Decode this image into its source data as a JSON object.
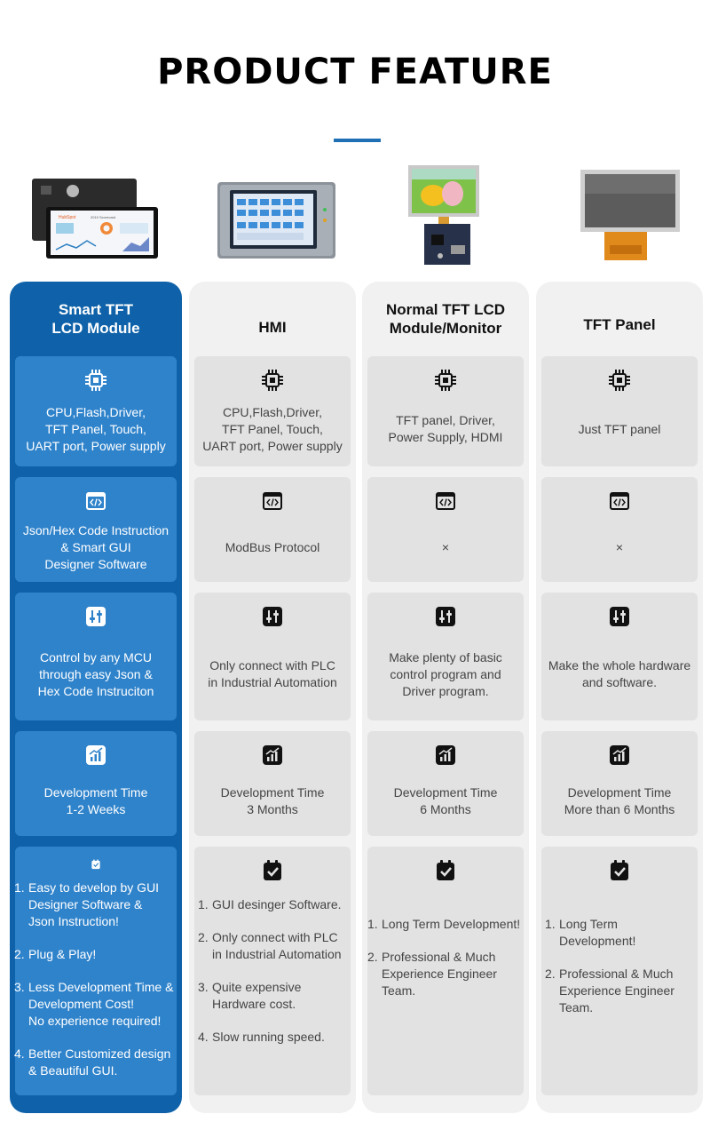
{
  "title": "PRODUCT FEATURE",
  "colors": {
    "accent": "#1e6fb3",
    "highlight_column": "#0f62a9",
    "highlight_cell": "#2f83cb",
    "column_bg": "#f1f1f1",
    "cell_bg": "#e2e2e2"
  },
  "columns": [
    {
      "header": "Smart TFT\nLCD Module",
      "hardware": "CPU,Flash,Driver,\nTFT Panel, Touch,\nUART port, Power supply",
      "software": "Json/Hex Code Instruction\n& Smart GUI\nDesigner Software",
      "control": "Control by any MCU\nthrough easy Json &\nHex Code  Instruciton",
      "time": "Development Time\n1-2 Weeks",
      "advantages": [
        "Easy to develop by GUI\nDesigner Software &\nJson Instruction!",
        "Plug & Play!",
        "Less Development Time &\nDevelopment  Cost!\nNo experience required!",
        "Better Customized design\n& Beautiful GUI."
      ]
    },
    {
      "header": "HMI",
      "hardware": "CPU,Flash,Driver,\nTFT Panel, Touch,\nUART port, Power supply",
      "software": "ModBus Protocol",
      "control": "Only connect with PLC\nin Industrial Automation",
      "time": "Development Time\n3 Months",
      "advantages": [
        "GUI desinger Software.",
        "Only connect with PLC\nin Industrial  Automation",
        "Quite expensive\nHardware cost.",
        "Slow running speed."
      ]
    },
    {
      "header": "Normal TFT LCD\nModule/Monitor",
      "hardware": "TFT panel, Driver,\nPower Supply, HDMI",
      "software": "×",
      "control": "Make plenty of basic\ncontrol program and\nDriver program.",
      "time": "Development Time\n6 Months",
      "advantages": [
        "Long Term Development!",
        "Professional & Much\nExperience Engineer\nTeam."
      ]
    },
    {
      "header": "TFT Panel",
      "hardware": "Just TFT panel",
      "software": "×",
      "control": "Make the whole hardware\nand software.",
      "time": "Development Time\nMore than 6 Months",
      "advantages": [
        "Long Term Development!",
        "Professional & Much\nExperience Engineer\nTeam."
      ]
    }
  ],
  "screen_text": {
    "brand": "HubSpot",
    "dashboard": "2019 Scorecard"
  },
  "icons": [
    "chip-icon",
    "code-window-icon",
    "sliders-icon",
    "chart-icon",
    "checklist-icon"
  ]
}
